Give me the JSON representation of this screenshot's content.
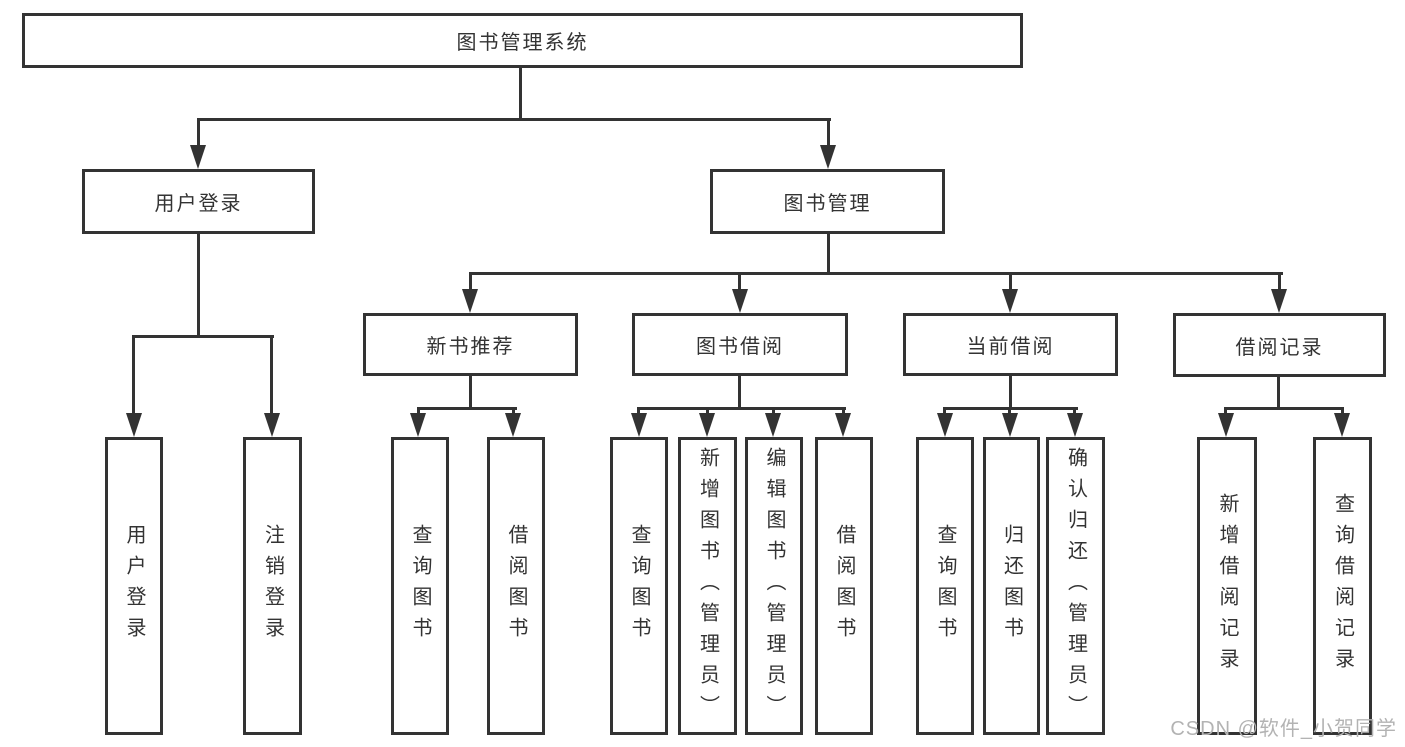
{
  "diagram": {
    "title": "图书管理系统",
    "colors": {
      "line": "#333333",
      "text": "#333333",
      "box_background": "#ffffff",
      "watermark": "#b3b3b3"
    },
    "watermark": {
      "text": "CSDN @软件_小贺同学"
    },
    "nodes": {
      "root": {
        "label": "图书管理系统"
      },
      "user_login": {
        "label": "用户登录"
      },
      "book_mgmt": {
        "label": "图书管理"
      },
      "new_book_rec": {
        "label": "新书推荐"
      },
      "book_borrow": {
        "label": "图书借阅"
      },
      "current_borrow": {
        "label": "当前借阅"
      },
      "borrow_records": {
        "label": "借阅记录"
      },
      "leaf_user_login": {
        "label": "用户登录"
      },
      "leaf_logout": {
        "label": "注销登录"
      },
      "leaf_query_book_1": {
        "label": "查询图书"
      },
      "leaf_borrow_book_1": {
        "label": "借阅图书"
      },
      "leaf_query_book_2": {
        "label": "查询图书"
      },
      "leaf_add_book": {
        "label": "新增图书（管理员）"
      },
      "leaf_edit_book": {
        "label": "编辑图书（管理员）"
      },
      "leaf_borrow_book_2": {
        "label": "借阅图书"
      },
      "leaf_query_book_3": {
        "label": "查询图书"
      },
      "leaf_return_book": {
        "label": "归还图书"
      },
      "leaf_confirm_return": {
        "label": "确认归还（管理员）"
      },
      "leaf_add_record": {
        "label": "新增借阅记录"
      },
      "leaf_query_record": {
        "label": "查询借阅记录"
      }
    },
    "hierarchy": {
      "图书管理系统": {
        "用户登录": [
          "用户登录",
          "注销登录"
        ],
        "图书管理": {
          "新书推荐": [
            "查询图书",
            "借阅图书"
          ],
          "图书借阅": [
            "查询图书",
            "新增图书（管理员）",
            "编辑图书（管理员）",
            "借阅图书"
          ],
          "当前借阅": [
            "查询图书",
            "归还图书",
            "确认归还（管理员）"
          ],
          "借阅记录": [
            "新增借阅记录",
            "查询借阅记录"
          ]
        }
      }
    }
  }
}
